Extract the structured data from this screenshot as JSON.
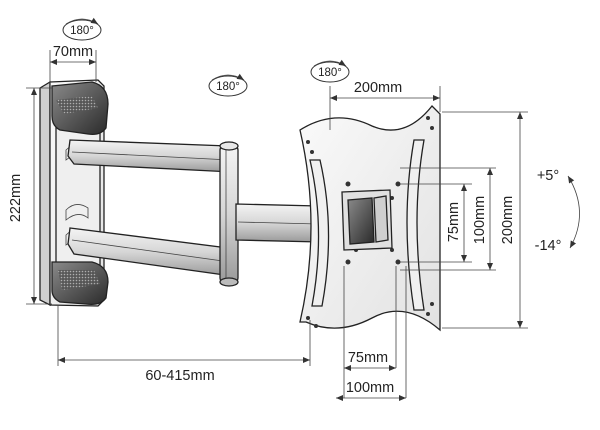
{
  "labels": {
    "wall_plate_width": "70mm",
    "wall_plate_height": "222mm",
    "extension": "60-415mm",
    "vesa_width": "200mm",
    "vesa_height": "200mm",
    "vesa_inner_height_75": "75mm",
    "vesa_inner_height_100": "100mm",
    "vesa_inner_width_75": "75mm",
    "vesa_inner_width_100": "100mm",
    "tilt_up": "+5°",
    "tilt_down": "-14°"
  },
  "rotations": {
    "wall_joint": "180°",
    "arm_joint": "180°",
    "head_joint": "180°"
  }
}
